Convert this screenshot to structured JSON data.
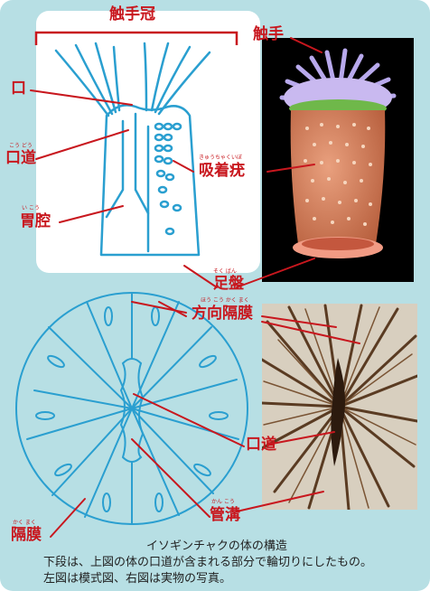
{
  "labels": {
    "crown": "触手冠",
    "tentacle": "触手",
    "mouth": "口",
    "pharynx_top": "口道",
    "pharynx_top_ruby": "こう どう",
    "sucker": "吸着疣",
    "sucker_ruby": "きゅうちゃくいぼ",
    "stomach": "胃腔",
    "stomach_ruby": "い こう",
    "foot": "足盤",
    "foot_ruby": "そく ばん",
    "directive": "方向隔膜",
    "directive_ruby": "ほう こう かく まく",
    "pharynx_bottom": "口道",
    "siphonoglyph": "管溝",
    "siphonoglyph_ruby": "かん こう",
    "septum": "隔膜",
    "septum_ruby": "かく まく"
  },
  "caption": {
    "title": "イソギンチャクの体の構造",
    "line1": "下段は、上図の体の口道が含まれる部分で輪切りにしたもの。",
    "line2": "左図は模式図、右図は実物の写真。"
  },
  "colors": {
    "label": "#c8171e",
    "line": "#2a9fd0",
    "background": "#b7dfe4"
  }
}
